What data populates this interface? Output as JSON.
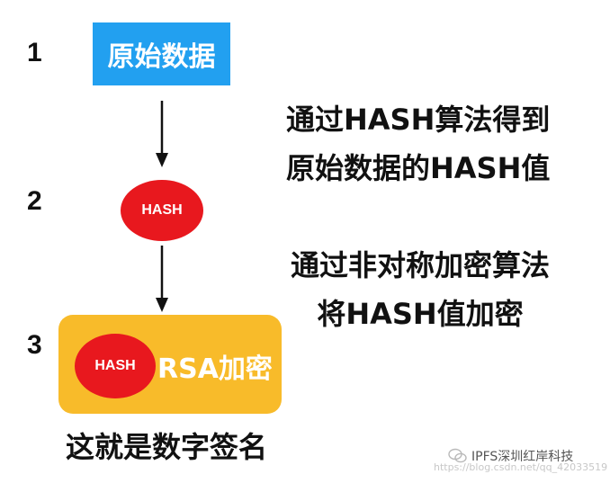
{
  "steps": {
    "s1": "1",
    "s2": "2",
    "s3": "3"
  },
  "raw_data_label": "原始数据",
  "hash_label": "HASH",
  "rsa_label": "RSA加密",
  "note1": {
    "line1": "通过HASH算法得到",
    "line2": "原始数据的HASH值"
  },
  "note2": {
    "line1": "通过非对称加密算法",
    "line2": "将HASH值加密"
  },
  "caption": "这就是数字签名",
  "watermark": {
    "account": "IPFS深圳红岸科技",
    "url": "https://blog.csdn.net/qq_42033519"
  },
  "colors": {
    "blue": "#22a0f0",
    "red": "#e8181e",
    "orange": "#f8bb2a"
  }
}
